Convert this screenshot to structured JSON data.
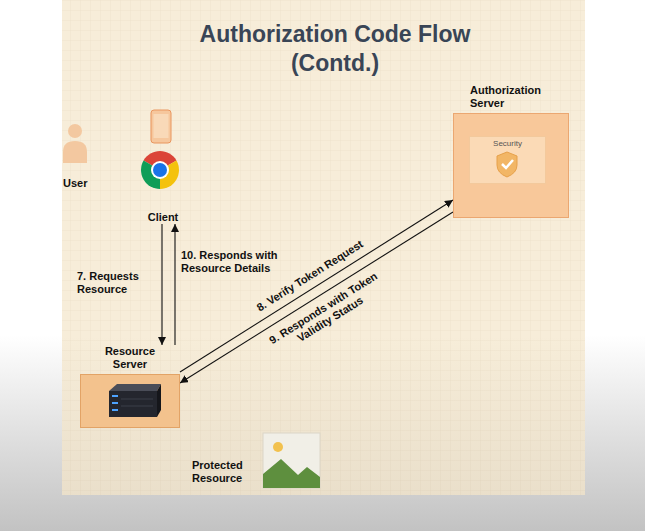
{
  "diagram": {
    "title": "Authorization Code Flow (Contd.)",
    "nodes": [
      {
        "text": [
          "Authorization Server"
        ]
      },
      {
        "text": [
          "Security"
        ],
        "in": 0
      },
      {
        "text": [
          "Client"
        ]
      },
      {
        "text": [
          "Resource Server"
        ]
      }
    ],
    "edges": [
      {
        "from": 2,
        "to": 3,
        "label": "7. Requests Resource",
        "arrow": "to"
      },
      {
        "from": 3,
        "to": 0,
        "label": "8. Verify Token Request",
        "arrow": "to"
      },
      {
        "from": 0,
        "to": 3,
        "label": "9. Responds with Token Validity Status",
        "arrow": "to"
      },
      {
        "from": 3,
        "to": 2,
        "label": "10. Responds with Resource Details",
        "arrow": "to"
      }
    ],
    "labels": [
      "User",
      "Protected Resource"
    ]
  }
}
